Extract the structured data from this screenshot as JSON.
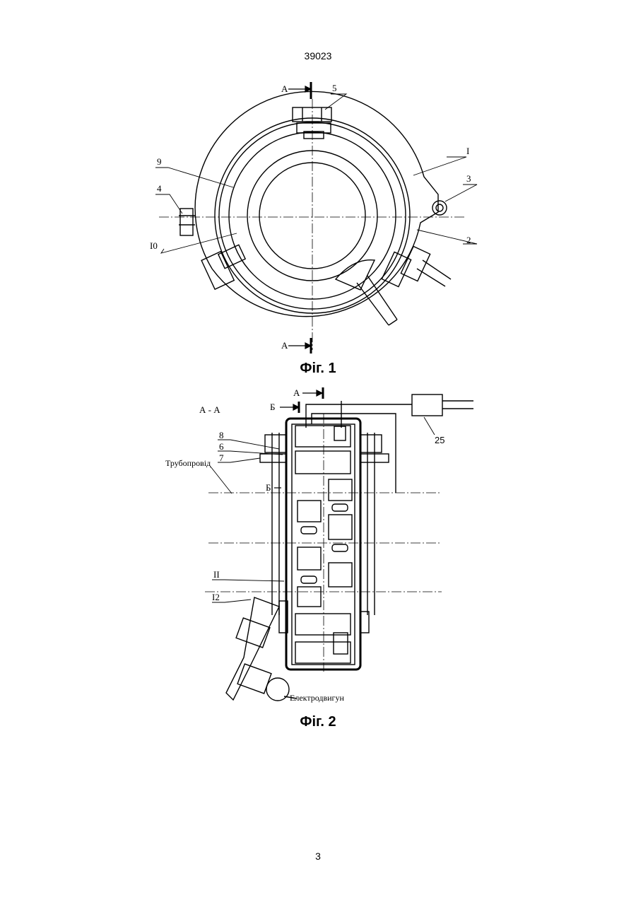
{
  "header": {
    "doc_number": "39023"
  },
  "figure1": {
    "caption": "Фіг. 1",
    "section_marks": [
      "А",
      "А"
    ],
    "labels": [
      "5",
      "І",
      "3",
      "9",
      "4",
      "І0",
      "2"
    ]
  },
  "figure2": {
    "caption": "Фіг. 2",
    "section_title": "А - А",
    "section_mark": "А",
    "detail_marks": [
      "Б",
      "Б"
    ],
    "labels": [
      "8",
      "6",
      "7",
      "25",
      "ІІ",
      "І2"
    ],
    "pipeline_label": "Трубопровід",
    "motor_label": "Електродвигун"
  },
  "footer": {
    "page_number": "3"
  }
}
